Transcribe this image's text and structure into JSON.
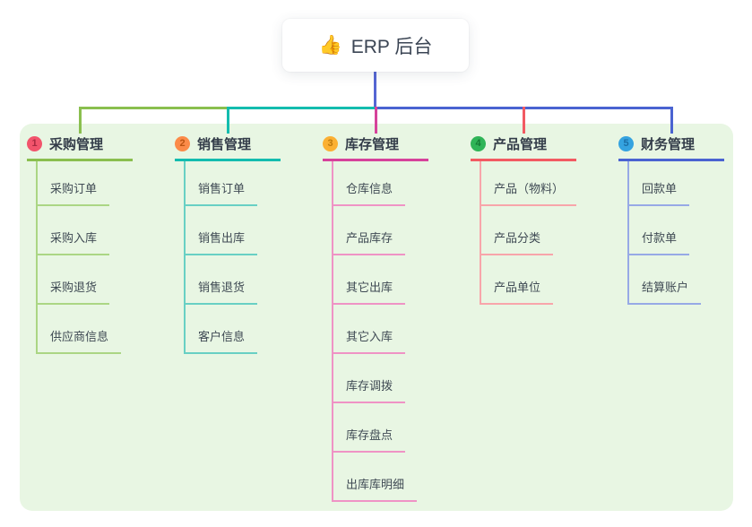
{
  "canvas": {
    "bg": "#e8f6e3"
  },
  "root": {
    "icon": "thumbs-up-icon",
    "emoji": "👍",
    "label": "ERP 后台",
    "connector_color": "#5566d3"
  },
  "branches": [
    {
      "badge": "1",
      "label": "采购管理",
      "colors": {
        "badge_bg": "#f2546c",
        "badge_text": "#a82940",
        "line": "#8abf4f",
        "child_line": "#abd684"
      },
      "children": [
        "采购订单",
        "采购入库",
        "采购退货",
        "供应商信息"
      ]
    },
    {
      "badge": "2",
      "label": "销售管理",
      "colors": {
        "badge_bg": "#fb8b49",
        "badge_text": "#bb5412",
        "line": "#13bcae",
        "child_line": "#68d0c4"
      },
      "children": [
        "销售订单",
        "销售出库",
        "销售退货",
        "客户信息"
      ]
    },
    {
      "badge": "3",
      "label": "库存管理",
      "colors": {
        "badge_bg": "#fbb033",
        "badge_text": "#bd790e",
        "line": "#d6429b",
        "child_line": "#ef93c5"
      },
      "children": [
        "仓库信息",
        "产品库存",
        "其它出库",
        "其它入库",
        "库存调拨",
        "库存盘点",
        "出库库明细"
      ]
    },
    {
      "badge": "4",
      "label": "产品管理",
      "colors": {
        "badge_bg": "#2fb457",
        "badge_text": "#147a34",
        "line": "#f25a62",
        "child_line": "#f8a5aa"
      },
      "children": [
        "产品（物料）",
        "产品分类",
        "产品单位"
      ]
    },
    {
      "badge": "5",
      "label": "财务管理",
      "colors": {
        "badge_bg": "#35a3e0",
        "badge_text": "#1a6ea6",
        "line": "#4a63d1",
        "child_line": "#97a9e6"
      },
      "children": [
        "回款单",
        "付款单",
        "结算账户"
      ]
    }
  ]
}
